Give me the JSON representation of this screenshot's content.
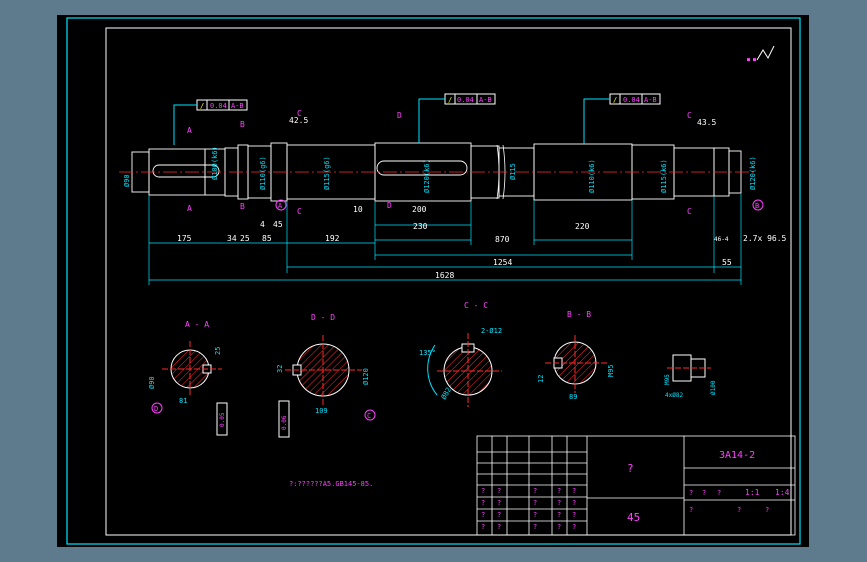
{
  "colors": {
    "background": "#000000",
    "frame": "#00e5ff",
    "geometry": "#ffffff",
    "dimension": "#00e5ff",
    "label": "#ff40ff",
    "centerline": "#ff2a2a",
    "hatch": "#ff2a2a",
    "note": "#ff40ff",
    "tolerance": "#ffff00",
    "green": "#00ff60"
  },
  "tolerances": {
    "box1": {
      "sym": "/",
      "val": "0.04",
      "ref": "A-B"
    },
    "box2": {
      "sym": "/",
      "val": "0.04",
      "ref": "A-B"
    },
    "box3": {
      "sym": "/",
      "val": "0.04",
      "ref": "A-B"
    }
  },
  "section_markers": {
    "a": "A",
    "b": "B",
    "c": "C",
    "d": "D",
    "datum_a": "A",
    "datum_b": "B",
    "datum_c": "C",
    "datum_d": "D"
  },
  "main_dims": {
    "d1": "175",
    "d2": "34",
    "d3": "25",
    "d4": "85",
    "d5": "192",
    "d6": "10",
    "d7": "200",
    "d8": "230",
    "d9": "870",
    "d10": "220",
    "d11": "1254",
    "d12": "55",
    "d13": "1628",
    "d14": "4",
    "d15": "45",
    "d16": "2.7x 96.5",
    "d17": "42.5",
    "d18": "43.5",
    "d19": "46-4"
  },
  "diameters": {
    "phi1": "Ø110(g6)",
    "phi2": "Ø120(k6)",
    "phi3": "Ø115(g6)",
    "phi4": "Ø120(k6)",
    "phi5": "Ø115",
    "phi6": "Ø110(k6)",
    "phi7": "Ø115(k6)",
    "phi8": "Ø100(k6)",
    "phi9": "Ø90"
  },
  "section_titles": {
    "aa": "A - A",
    "dd": "D - D",
    "cc": "C - C",
    "bb": "B - B"
  },
  "section_dims": {
    "aa1": "Ø90",
    "aa2": "25",
    "aa3": "81",
    "aa4": "0.05",
    "dd1": "32",
    "dd2": "Ø120",
    "dd3": "109",
    "dd4": "0.06",
    "cc1": "2-Ø12",
    "cc2": "135°",
    "cc3": "Ø82",
    "bb1": "M95",
    "bb2": "89",
    "bb3": "12",
    "ea1": "M95",
    "ea2": "4xØ82",
    "ea3": "Ø100"
  },
  "notes": {
    "tech": "?:??????A5.GB145-85."
  },
  "title_block": {
    "drawing_no": "3A14-2",
    "material": "45",
    "part_name": "?",
    "scale": "1:1",
    "sheet": "1:4",
    "q": "?"
  }
}
